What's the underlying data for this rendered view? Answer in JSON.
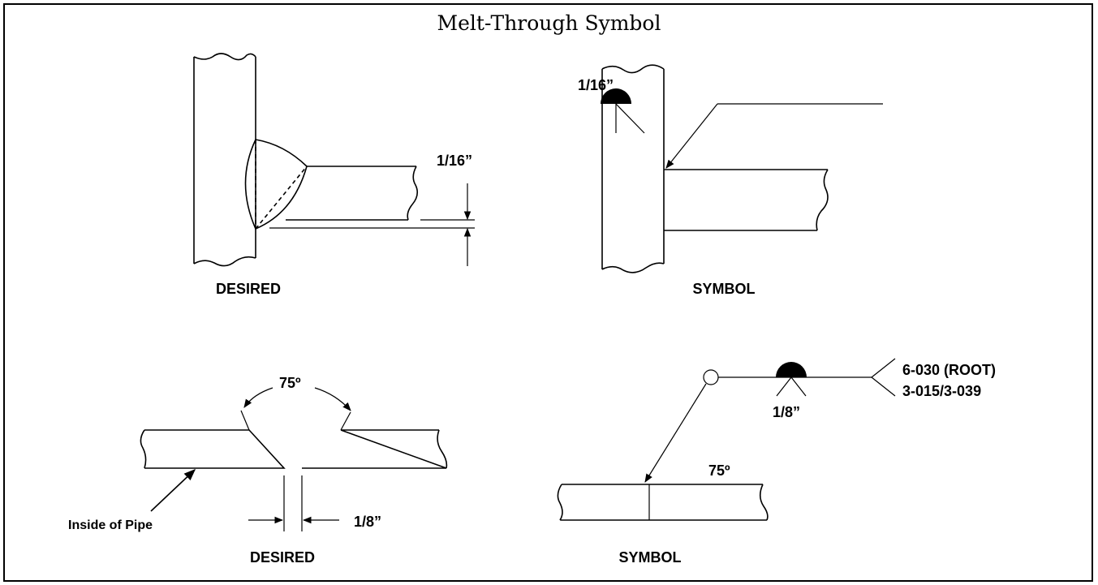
{
  "title": "Melt-Through Symbol",
  "top_left": {
    "caption": "DESIRED",
    "dimension": "1/16”"
  },
  "top_right": {
    "caption": "SYMBOL",
    "dimension": "1/16”"
  },
  "bottom_left": {
    "caption": "DESIRED",
    "angle": "75º",
    "gap": "1/8”",
    "pointer_label": "Inside of Pipe"
  },
  "bottom_right": {
    "caption": "SYMBOL",
    "dimension": "1/8”",
    "angle": "75º",
    "tail_line1": "6-030 (ROOT)",
    "tail_line2": "3-015/3-039"
  }
}
